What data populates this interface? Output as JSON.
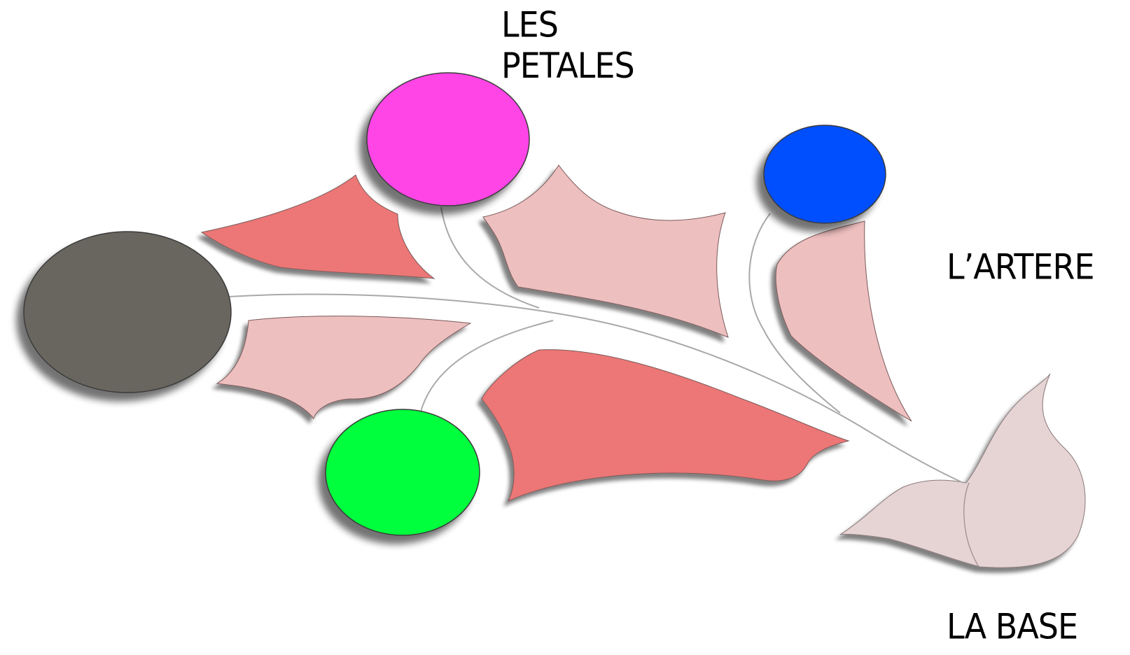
{
  "labels": {
    "petales": [
      "LES",
      "PETALES"
    ],
    "artere": "L’ARTERE",
    "base": "LA BASE"
  },
  "colors": {
    "background": "#ffffff",
    "text": "#000000",
    "circle_gray": "#69655f",
    "circle_magenta": "#ff44e6",
    "circle_blue": "#0050ff",
    "circle_green": "#00ff3c",
    "petal_dark": "#ec7776",
    "petal_light": "#eebfbf",
    "base_shape": "#e6d3d3",
    "vein": "#a9a9a9",
    "shadow": "#5a5050"
  }
}
